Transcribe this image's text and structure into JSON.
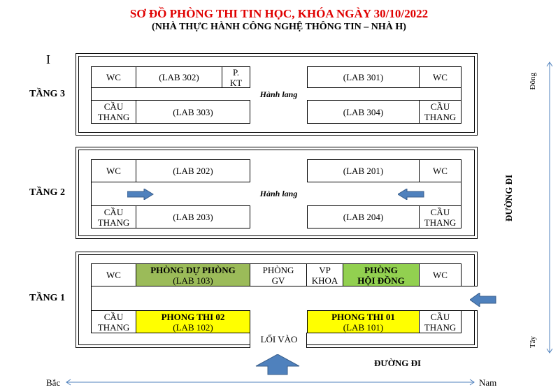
{
  "title": "SƠ ĐỒ PHÒNG THI TIN HỌC, KHÓA NGÀY 30/10/2022",
  "subtitle": "(NHÀ THỰC HÀNH CÔNG NGHỆ THÔNG TIN – NHÀ H)",
  "cursor_mark": "I",
  "floor3": {
    "label": "TẦNG 3",
    "wc_left": "WC",
    "lab302": "(LAB 302)",
    "pkt_line1": "P.",
    "pkt_line2": "KT",
    "hall": "Hành lang",
    "lab301": "(LAB 301)",
    "wc_right": "WC",
    "stair_left_line1": "CẦU",
    "stair_left_line2": "THANG",
    "lab303": "(LAB 303)",
    "lab304": "(LAB 304)",
    "stair_right_line1": "CẦU",
    "stair_right_line2": "THANG"
  },
  "floor2": {
    "label": "TẦNG 2",
    "wc_left": "WC",
    "lab202": "(LAB 202)",
    "hall": "Hành lang",
    "lab201": "(LAB 201)",
    "wc_right": "WC",
    "stair_left_line1": "CẦU",
    "stair_left_line2": "THANG",
    "lab203": "(LAB 203)",
    "lab204": "(LAB 204)",
    "stair_right_line1": "CẦU",
    "stair_right_line2": "THANG"
  },
  "floor1": {
    "label": "TẦNG 1",
    "wc_left": "WC",
    "reserve_name": "PHÒNG DỰ PHÒNG",
    "reserve_lab": "(LAB 103)",
    "gv_line1": "PHÒNG",
    "gv_line2": "GV",
    "vp_line1": "VP",
    "vp_line2": "KHOA",
    "council_line1": "PHÒNG",
    "council_line2": "HỘI ĐỒNG",
    "wc_right": "WC",
    "stair_left_line1": "CẦU",
    "stair_left_line2": "THANG",
    "exam02_name": "PHONG THI 02",
    "exam02_lab": "(LAB 102)",
    "entrance": "LỐI VÀO",
    "exam01_name": "PHONG THI 01",
    "exam01_lab": "(LAB 101)",
    "stair_right_line1": "CẦU",
    "stair_right_line2": "THANG"
  },
  "road_side": "ĐƯỜNG ĐI",
  "road_bottom": "ĐƯỜNG ĐI",
  "compass": {
    "east": "Đông",
    "west": "Tây",
    "north": "Bắc",
    "south": "Nam"
  },
  "colors": {
    "title": "#e00000",
    "arrow": "#4f81bd",
    "reserve": "#9bbb59",
    "council": "#92d050",
    "exam": "#ffff00"
  }
}
